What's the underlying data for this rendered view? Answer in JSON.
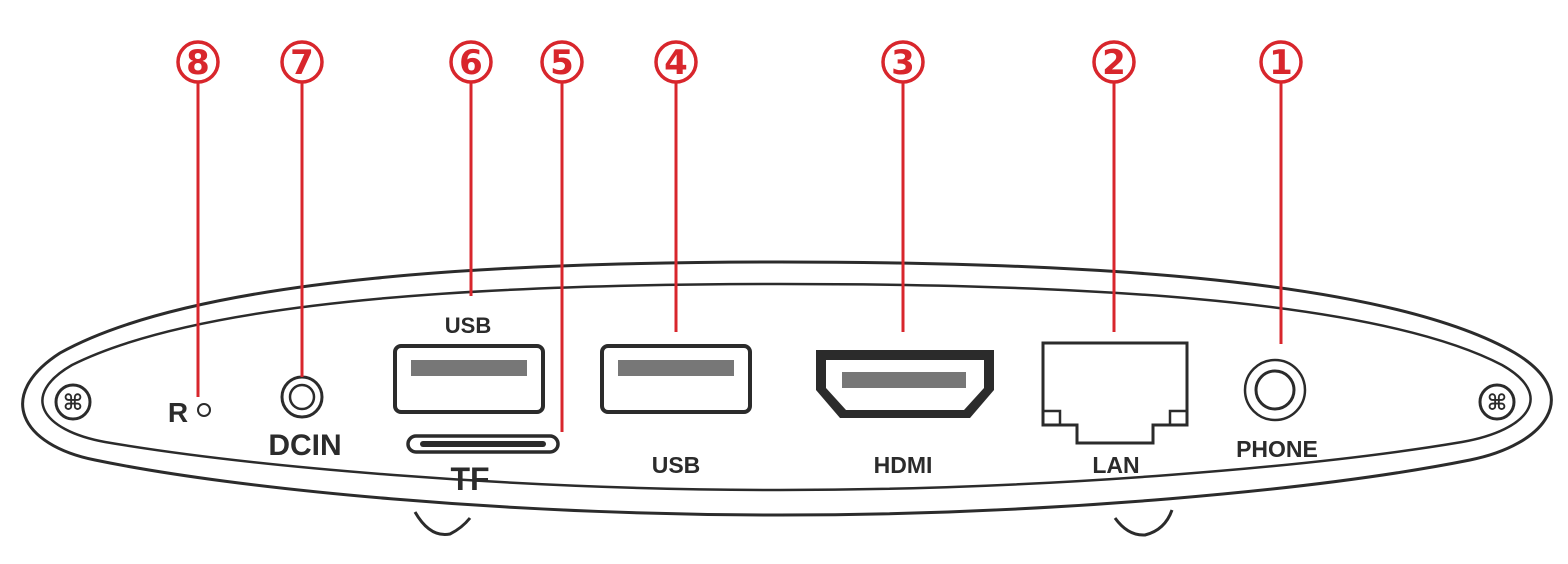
{
  "colors": {
    "callout": "#d8262c",
    "outline": "#2b2b2b",
    "port_fill": "#777777",
    "background": "#ffffff"
  },
  "callouts": [
    {
      "number": "8",
      "target": "reset-hole"
    },
    {
      "number": "7",
      "target": "dc-in-jack"
    },
    {
      "number": "6",
      "target": "usb-port-upper"
    },
    {
      "number": "5",
      "target": "tf-card-slot"
    },
    {
      "number": "4",
      "target": "usb-port-right"
    },
    {
      "number": "3",
      "target": "hdmi-port"
    },
    {
      "number": "2",
      "target": "lan-port"
    },
    {
      "number": "1",
      "target": "phone-jack"
    }
  ],
  "labels": {
    "reset": "R",
    "dcin": "DCIN",
    "usb_upper": "USB",
    "tf": "TF",
    "usb_right": "USB",
    "hdmi": "HDMI",
    "lan": "LAN",
    "phone": "PHONE"
  },
  "icons": [
    "screw-left-icon",
    "screw-right-icon"
  ]
}
